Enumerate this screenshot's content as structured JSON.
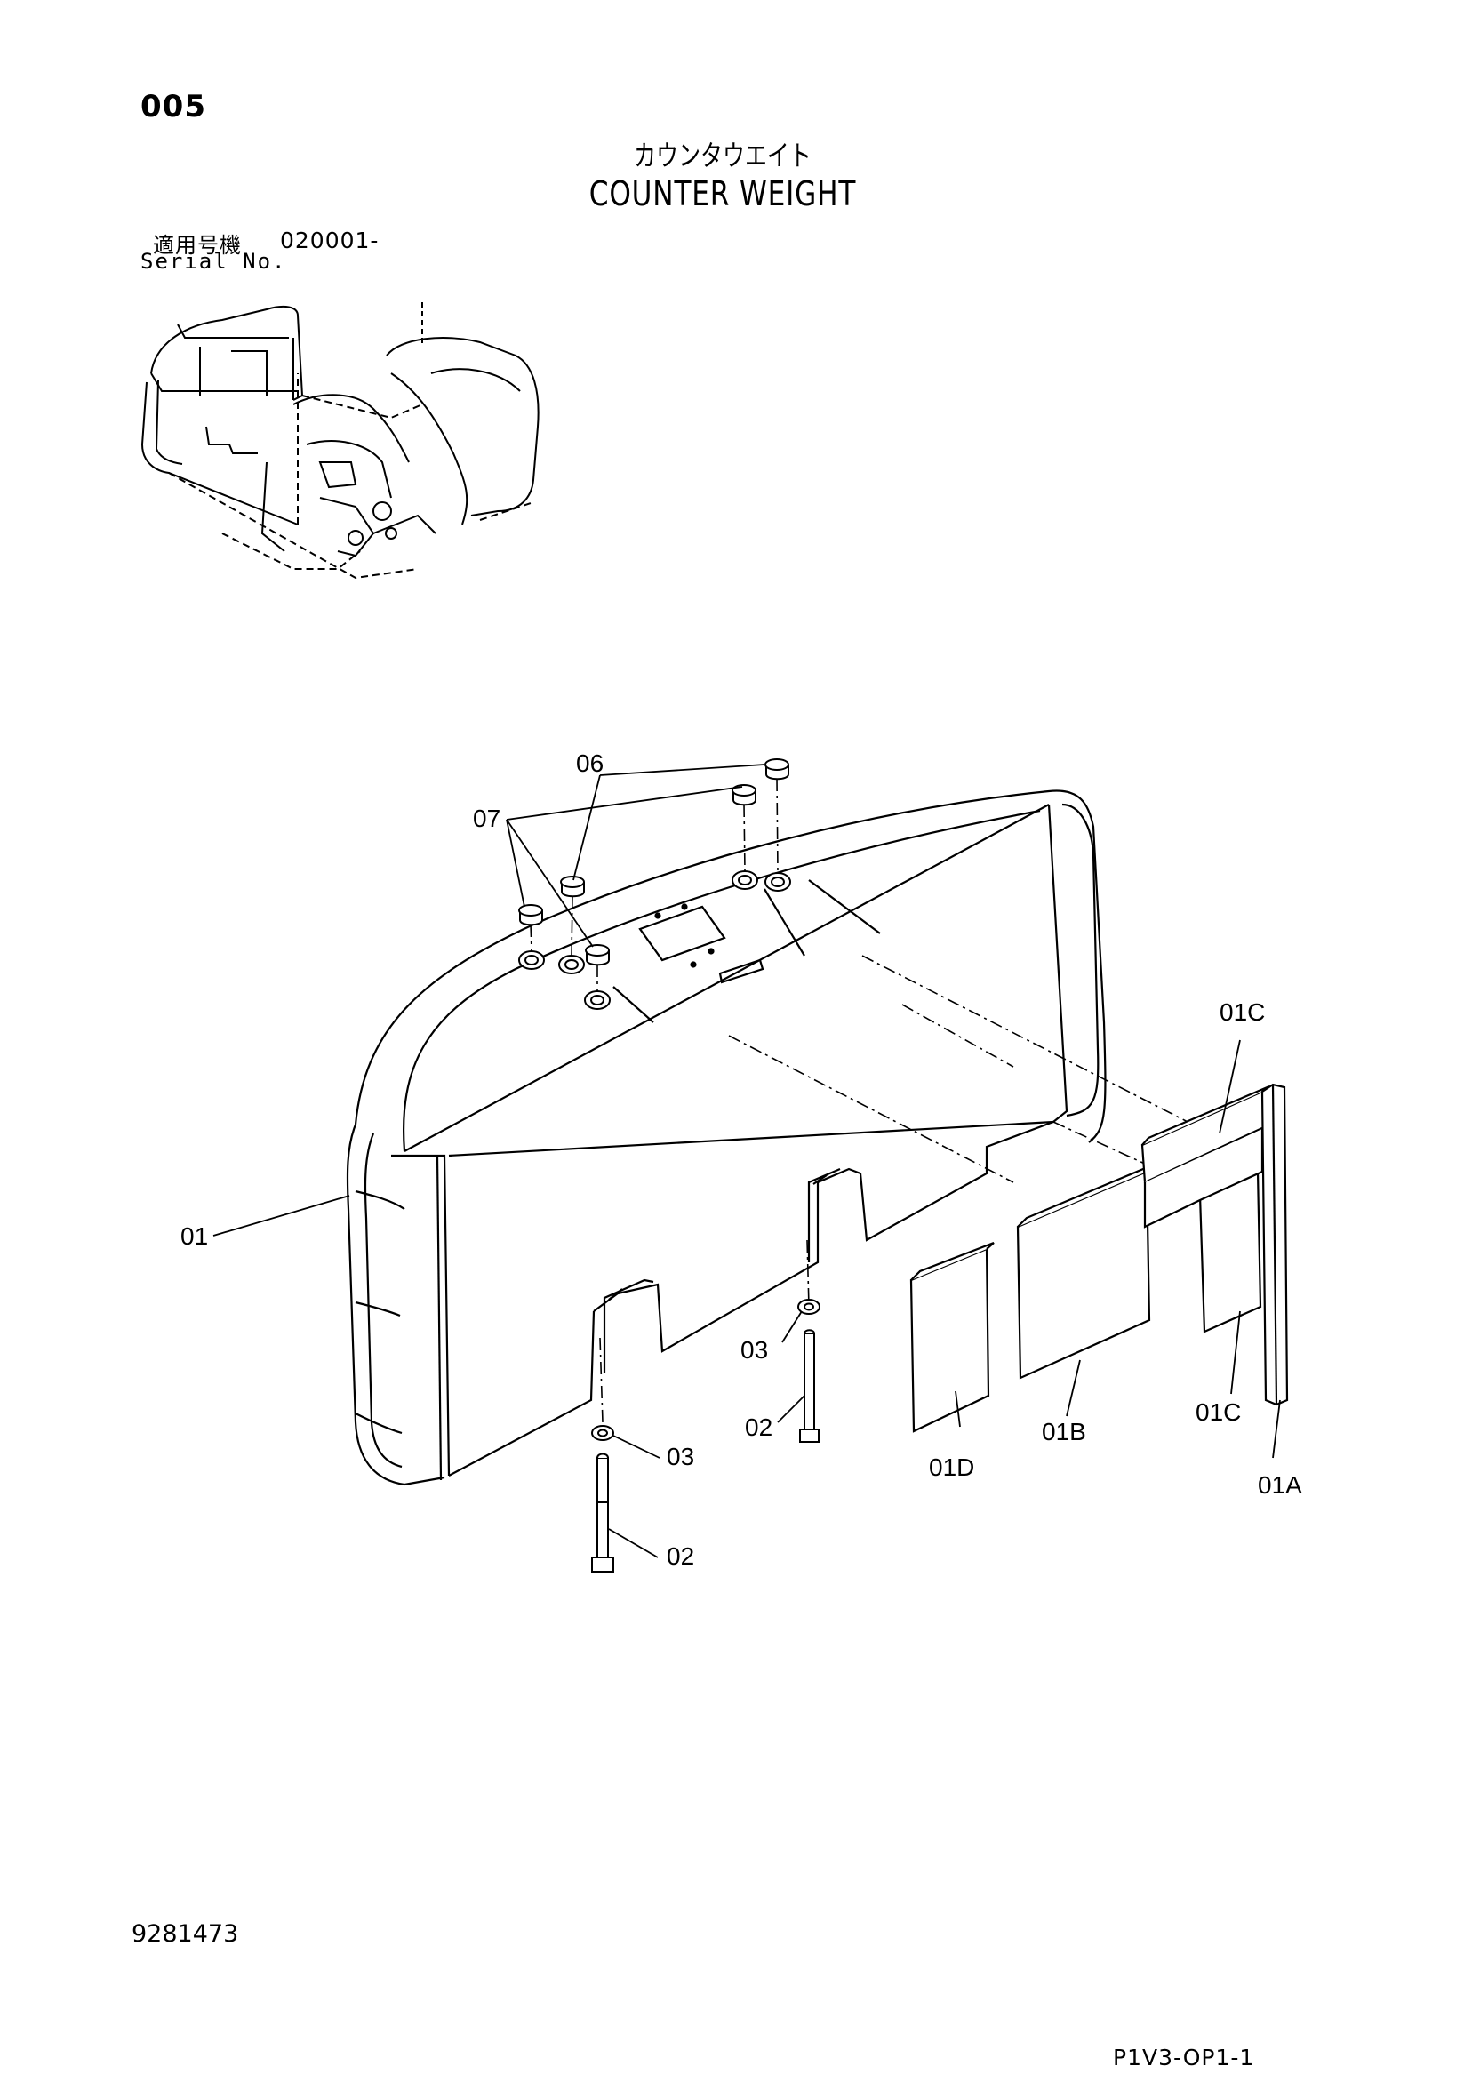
{
  "header": {
    "page_code": "005",
    "title_jp": "カウンタウエイト",
    "title_en": "COUNTER WEIGHT",
    "serial_label_jp": "適用号機",
    "serial_range": "020001-",
    "serial_label_en": "Serial No."
  },
  "callouts": {
    "c06": "06",
    "c07": "07",
    "c01": "01",
    "c01C_top": "01C",
    "c03_mid": "03",
    "c02_mid": "02",
    "c03_low": "03",
    "c02_low": "02",
    "c01D": "01D",
    "c01B": "01B",
    "c01C_bottom": "01C",
    "c01A": "01A"
  },
  "footer": {
    "document_number": "9281473",
    "page_ref": "P1V3-OP1-1"
  }
}
